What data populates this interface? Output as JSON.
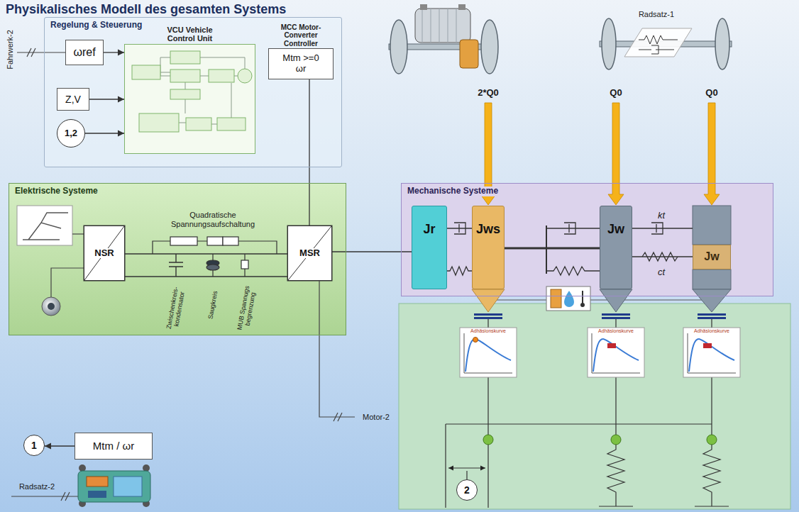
{
  "diagram": {
    "title": "Physikalisches Modell des gesamten Systems",
    "nodes": [
      {
        "text": [
          "Regelung & Steuerung"
        ]
      },
      {
        "text": [
          "ωref"
        ],
        "in": 0
      },
      {
        "text": [
          "Z,V"
        ],
        "in": 0
      },
      {
        "text": [
          "1,2"
        ],
        "in": 0
      },
      {
        "text": [
          "VCU Vehicle Control Unit"
        ],
        "in": 0
      },
      {
        "text": [
          "MCC Motor-Converter Controller",
          "Mtm >=0 ωr"
        ],
        "in": 0
      },
      {
        "text": [
          "Elektrische Systeme"
        ]
      },
      {
        "text": [
          "NSR"
        ],
        "in": 6
      },
      {
        "text": [
          "MSR"
        ],
        "in": 6
      },
      {
        "text": [
          "Mechanische Systeme"
        ]
      },
      {
        "text": [
          "Jr"
        ],
        "in": 9
      },
      {
        "text": [
          "Jws"
        ],
        "in": 9
      },
      {
        "text": [
          "Jw"
        ],
        "in": 9
      },
      {
        "text": [
          "Jw"
        ],
        "in": 9
      },
      {
        "text": [
          "1"
        ]
      },
      {
        "text": [
          "Mtm / ωr"
        ]
      },
      {
        "text": [
          "2"
        ]
      }
    ],
    "edges": [
      {
        "from": 1,
        "to": 4,
        "arrow": "to"
      },
      {
        "from": 2,
        "to": 4,
        "arrow": "to"
      },
      {
        "from": 3,
        "to": 4,
        "arrow": "to"
      },
      {
        "from": 5,
        "to": 8,
        "arrow": "none"
      },
      {
        "from": 7,
        "to": 8,
        "arrow": "none"
      },
      {
        "from": 7,
        "to": 8,
        "arrow": "none"
      },
      {
        "from": 8,
        "to": 10,
        "arrow": "none"
      },
      {
        "from": 10,
        "to": 11,
        "arrow": "none"
      },
      {
        "from": 11,
        "to": 12,
        "arrow": "none"
      },
      {
        "from": 12,
        "to": 13,
        "arrow": "none"
      },
      {
        "from": 15,
        "to": 14,
        "arrow": "to"
      }
    ],
    "labels": [
      "Fahrwerk-2",
      "Quadratische Spannungsaufschaltung",
      "Zwischenkreis- kondensator",
      "Saugkreis",
      "MUB Spannugs begrenzung",
      "Motor-2",
      "Radsatz-2",
      "Radsatz-1",
      "2*Q0",
      "Q0",
      "Q0",
      "kt",
      "ct",
      "Adhäsionskurve",
      "Adhäsionskurve",
      "Adhäsionskurve"
    ]
  }
}
